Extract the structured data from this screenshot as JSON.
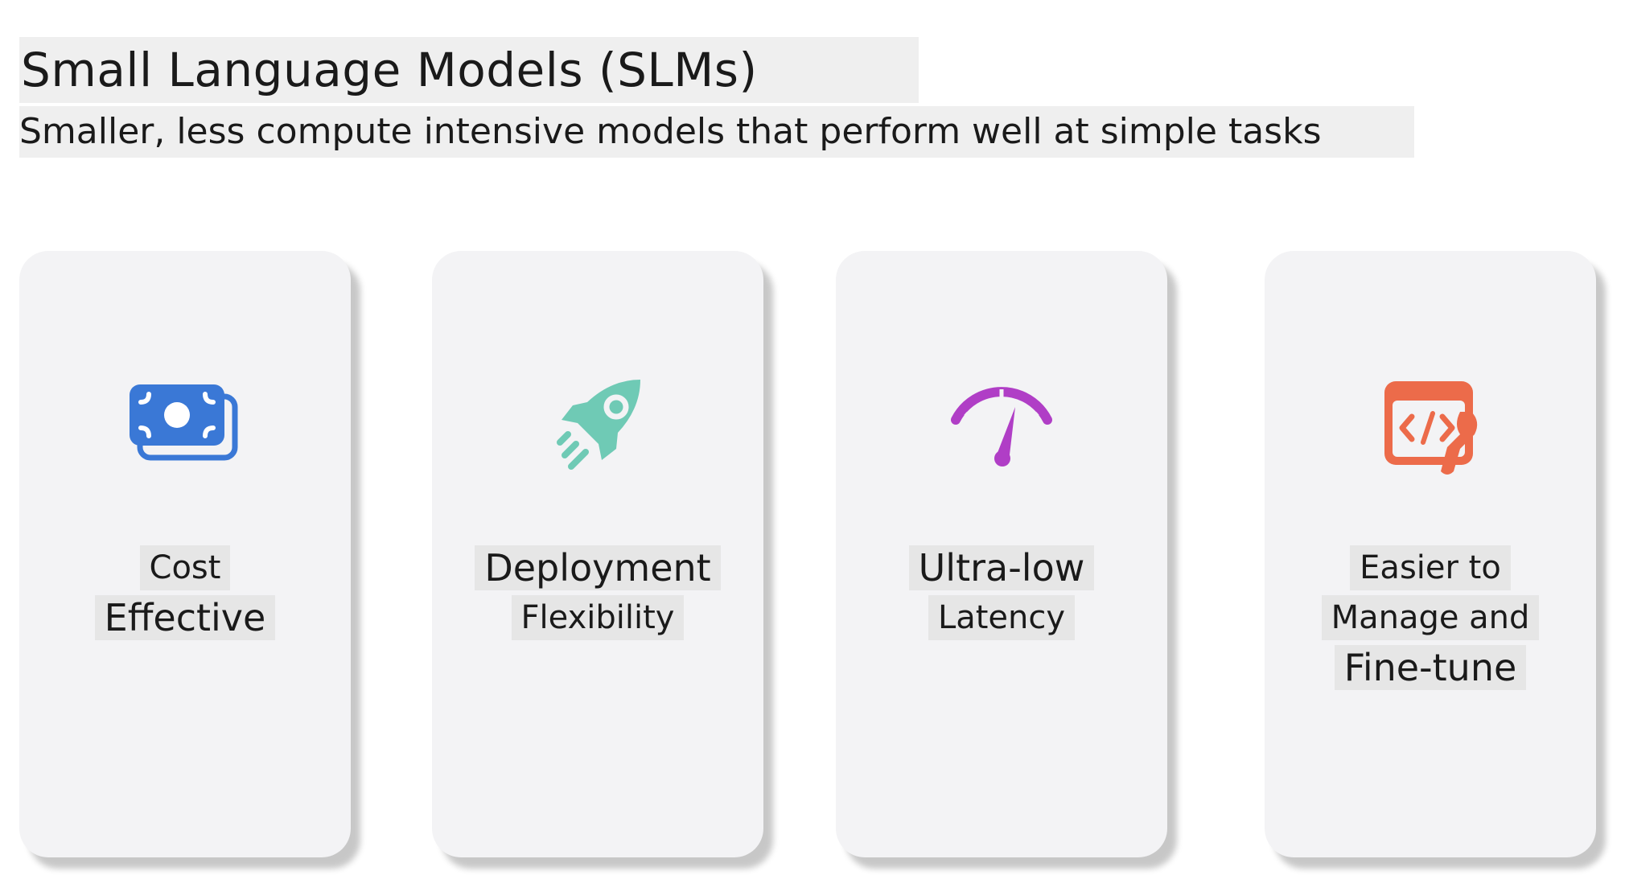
{
  "header": {
    "title": "Small Language Models (SLMs)",
    "subtitle": "Smaller, less compute intensive models that perform well at simple tasks"
  },
  "cards": [
    {
      "icon": "money-icon",
      "icon_color": "#3a78d6",
      "lines": [
        "Cost",
        "Effective"
      ]
    },
    {
      "icon": "rocket-icon",
      "icon_color": "#6fcab5",
      "lines": [
        "Deployment",
        "Flexibility"
      ]
    },
    {
      "icon": "speedometer-icon",
      "icon_color": "#b03ec6",
      "lines": [
        "Ultra-low",
        "Latency"
      ]
    },
    {
      "icon": "code-wrench-icon",
      "icon_color": "#ec6b4a",
      "lines": [
        "Easier to",
        "Manage and",
        "Fine-tune"
      ]
    }
  ]
}
